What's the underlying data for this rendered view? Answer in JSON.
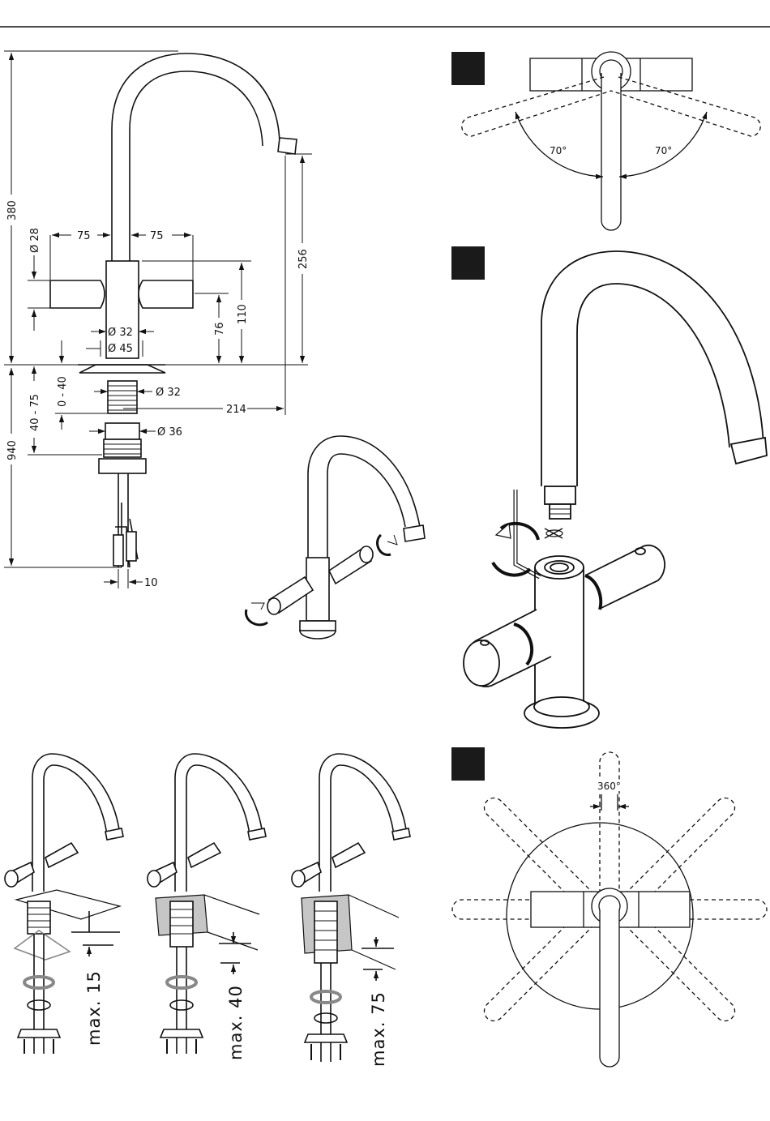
{
  "dimensions": {
    "overall_height_above": "380",
    "handle_offset_left": "75",
    "handle_offset_right": "75",
    "handle_diameter": "Ø 28",
    "spout_clearance": "256",
    "handle_height_110": "110",
    "handle_height_76": "76",
    "body_diameter_32": "Ø 32",
    "base_diameter_45": "Ø 45",
    "thread_diameter_32": "Ø 32",
    "nut_diameter_36": "Ø 36",
    "spout_reach": "214",
    "deck_range_0_40": "0 - 40",
    "deck_range_40_75": "40 - 75",
    "hose_length": "940",
    "hose_diameter": "10"
  },
  "step_angles": {
    "left": "70°",
    "right": "70°",
    "full_rotation": "360°"
  },
  "deck_thickness": {
    "a": "max. 15",
    "b": "max. 40",
    "c": "max. 75"
  },
  "colors": {
    "line": "#111111",
    "step_marker": "#1a1a1a",
    "gasket_fill": "#b5b5b5",
    "deck_fill": "#c6c6c6"
  }
}
